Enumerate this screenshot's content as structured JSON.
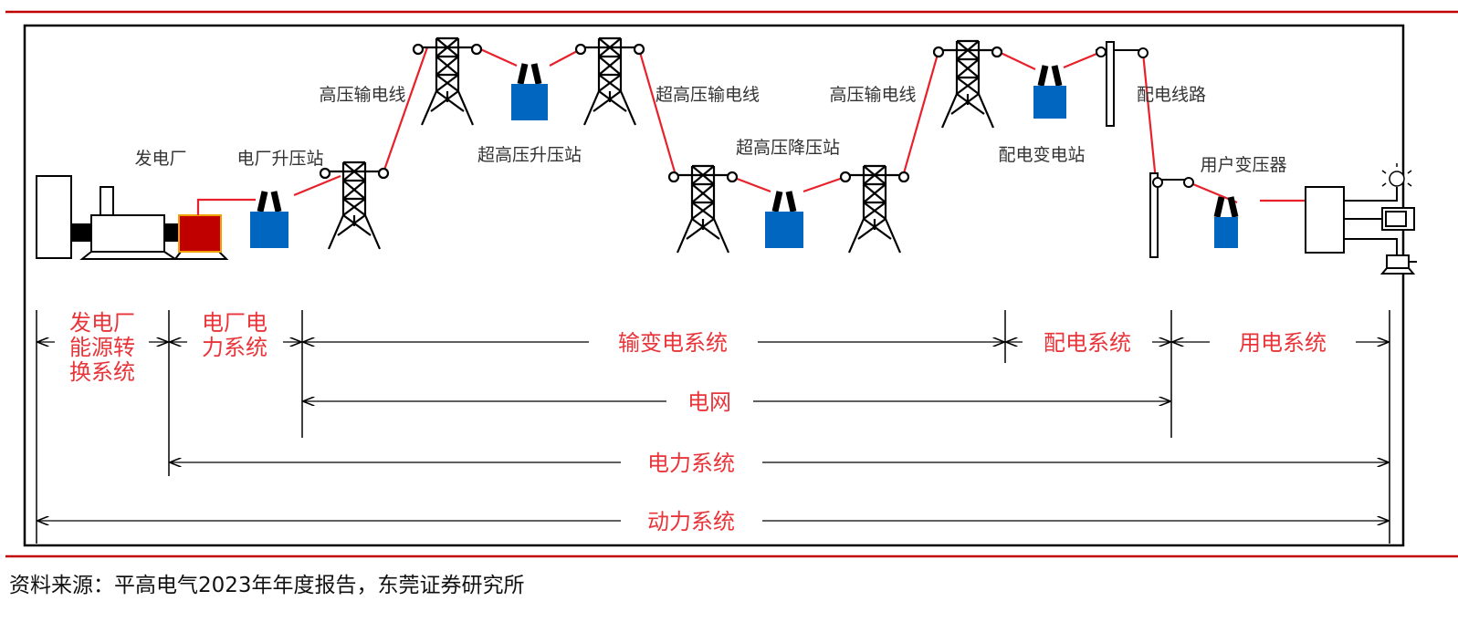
{
  "diagram": {
    "component_labels": {
      "power_plant": "发电厂",
      "plant_substation": "电厂升压站",
      "hv_line_1": "高压输电线",
      "ehv_step_up": "超高压升压站",
      "ehv_line": "超高压输电线",
      "ehv_step_down": "超高压降压站",
      "hv_line_2": "高压输电线",
      "distribution_substation": "配电变电站",
      "distribution_line": "配电线路",
      "user_transformer": "用户变压器"
    },
    "systems": {
      "energy_conversion": [
        "发电厂",
        "能源转",
        "换系统"
      ],
      "plant_power": [
        "电厂电",
        "力系统"
      ],
      "transmission": "输变电系统",
      "distribution": "配电系统",
      "consumption": "用电系统",
      "grid": "电网",
      "power_system": "电力系统",
      "dynamic_system": "动力系统"
    },
    "colors": {
      "accent_red": "#e8353a",
      "rule_red": "#c00000",
      "transformer_blue": "#0066c0",
      "generator_red": "#c00000"
    }
  },
  "source": "资料来源：平高电气2023年年度报告，东莞证券研究所"
}
